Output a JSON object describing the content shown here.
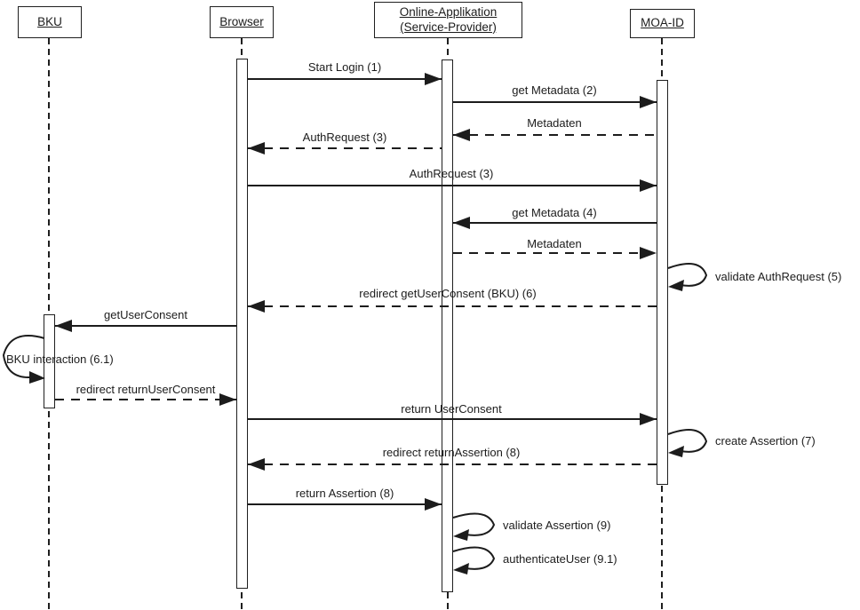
{
  "diagram_type": "uml-sequence-diagram",
  "colors": {
    "line": "#1c1c1c",
    "background": "#ffffff"
  },
  "participants": [
    {
      "name": "BKU"
    },
    {
      "name": "Browser"
    },
    {
      "name": "Online-Applikation (Service-Provider)"
    },
    {
      "name": "MOA-ID"
    }
  ],
  "messages": [
    {
      "label": "Start Login (1)",
      "from": "Browser",
      "to": "Online-Applikation (Service-Provider)",
      "style": "solid"
    },
    {
      "label": "get Metadata (2)",
      "from": "Online-Applikation (Service-Provider)",
      "to": "MOA-ID",
      "style": "solid"
    },
    {
      "label": "Metadaten",
      "from": "MOA-ID",
      "to": "Online-Applikation (Service-Provider)",
      "style": "dashed"
    },
    {
      "label": "AuthRequest (3)",
      "from": "Online-Applikation (Service-Provider)",
      "to": "Browser",
      "style": "dashed"
    },
    {
      "label": "AuthRequest (3)",
      "from": "Browser",
      "to": "MOA-ID",
      "style": "solid"
    },
    {
      "label": "get Metadata (4)",
      "from": "MOA-ID",
      "to": "Online-Applikation (Service-Provider)",
      "style": "solid"
    },
    {
      "label": "Metadaten",
      "from": "Online-Applikation (Service-Provider)",
      "to": "MOA-ID",
      "style": "dashed"
    },
    {
      "label": "validate AuthRequest (5)",
      "from": "MOA-ID",
      "to": "MOA-ID",
      "style": "self"
    },
    {
      "label": "redirect getUserConsent (BKU) (6)",
      "from": "MOA-ID",
      "to": "Browser",
      "style": "dashed"
    },
    {
      "label": "getUserConsent",
      "from": "Browser",
      "to": "BKU",
      "style": "solid"
    },
    {
      "label": "BKU interaction (6.1)",
      "from": "BKU",
      "to": "BKU",
      "style": "self"
    },
    {
      "label": "redirect returnUserConsent",
      "from": "BKU",
      "to": "Browser",
      "style": "dashed"
    },
    {
      "label": "return UserConsent",
      "from": "Browser",
      "to": "MOA-ID",
      "style": "solid"
    },
    {
      "label": "create Assertion (7)",
      "from": "MOA-ID",
      "to": "MOA-ID",
      "style": "self"
    },
    {
      "label": "redirect returnAssertion (8)",
      "from": "MOA-ID",
      "to": "Browser",
      "style": "dashed"
    },
    {
      "label": "return Assertion (8)",
      "from": "Browser",
      "to": "Online-Applikation (Service-Provider)",
      "style": "solid"
    },
    {
      "label": "validate Assertion (9)",
      "from": "Online-Applikation (Service-Provider)",
      "to": "Online-Applikation (Service-Provider)",
      "style": "self"
    },
    {
      "label": "authenticateUser (9.1)",
      "from": "Online-Applikation (Service-Provider)",
      "to": "Online-Applikation (Service-Provider)",
      "style": "self"
    }
  ]
}
